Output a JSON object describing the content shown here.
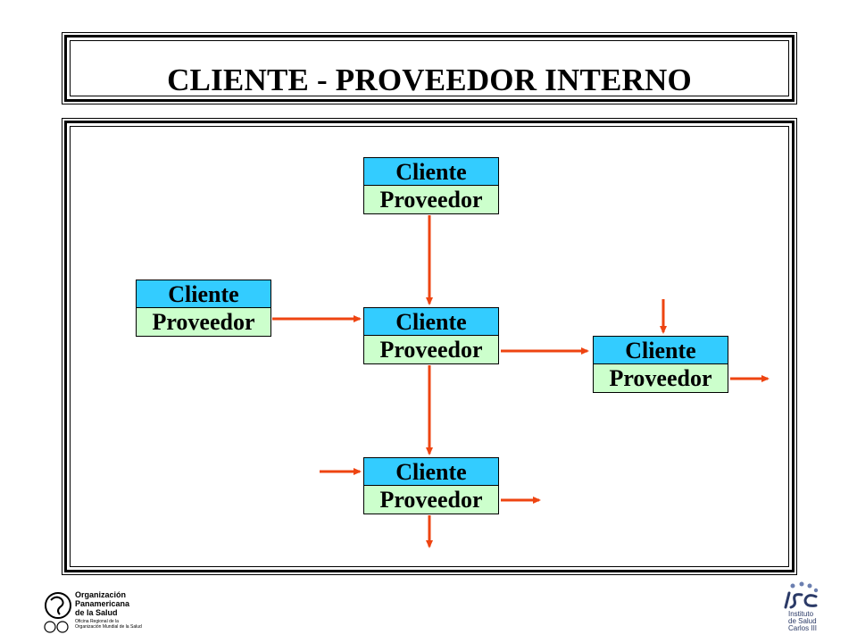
{
  "title": "CLIENTE - PROVEEDOR INTERNO",
  "colors": {
    "cliente": "#33ccff",
    "proveedor": "#ccffcc",
    "arrow": "#ee4411",
    "frame": "#000000"
  },
  "nodes": [
    {
      "id": "top",
      "cliente": "Cliente",
      "proveedor": "Proveedor"
    },
    {
      "id": "left",
      "cliente": "Cliente",
      "proveedor": "Proveedor"
    },
    {
      "id": "center",
      "cliente": "Cliente",
      "proveedor": "Proveedor"
    },
    {
      "id": "right",
      "cliente": "Cliente",
      "proveedor": "Proveedor"
    },
    {
      "id": "bottom",
      "cliente": "Cliente",
      "proveedor": "Proveedor"
    }
  ],
  "edges": [
    {
      "from": "top",
      "to": "center"
    },
    {
      "from": "left",
      "to": "center"
    },
    {
      "from": "center",
      "to": "right"
    },
    {
      "from": "center",
      "to": "bottom"
    }
  ],
  "footer": {
    "ops_name": [
      "Organización",
      "Panamericana",
      "de la Salud"
    ],
    "ops_sub": [
      "Oficina Regional de la",
      "Organización Mundial de la Salud"
    ],
    "isc_text": [
      "Instituto",
      "de Salud",
      "Carlos III"
    ]
  }
}
